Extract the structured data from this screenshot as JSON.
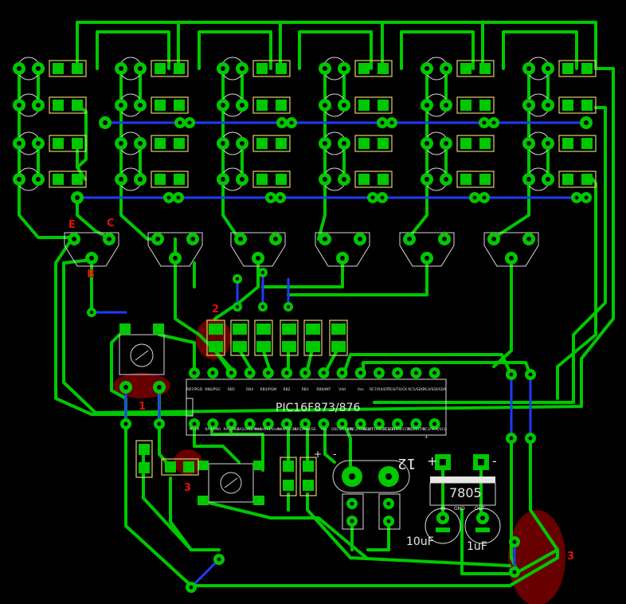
{
  "chip": {
    "name": "PIC16F873/876",
    "top_pins": [
      "RB7/PGD",
      "RB6/PGC",
      "RB5",
      "RB4",
      "RB3/PGM",
      "RB2",
      "RB1",
      "RB0/INT",
      "Vdd",
      "Vss",
      "RC7/RX/DT",
      "RC6/TX/CK",
      "RC5/SDO",
      "RC4/SDI/SDA"
    ],
    "bottom_pins": [
      "MCLR",
      "RA0/AN0",
      "RA1/AN1",
      "RA2/AN2/Vref-",
      "RA3/AN3/Vref+",
      "RA4/T0CKI",
      "RA5/AN4/SS",
      "Vss",
      "OSC1/CLKIN",
      "OSC2/CLKOUT",
      "RC0/T1OSO/T1CKI",
      "RC1/T1OSI/CCP2",
      "RC2/CCP1",
      "RC3/SCK/SCL"
    ]
  },
  "labels": {
    "E": "E",
    "C": "C",
    "B": "B",
    "n1": "1",
    "n2": "2",
    "n3a": "3",
    "n3b": "3",
    "vreg": "7805",
    "cap1": "10uF",
    "cap2": "1uF",
    "plus1": "+",
    "minus1": "-",
    "plus2": "+",
    "minus2": "-",
    "v12": "12",
    "vin": "IN",
    "gnd": "GND",
    "out": "OUT"
  },
  "colors": {
    "background": "#000000",
    "trace_top": "#00c800",
    "trace_bottom": "#1e3cff",
    "highlight": "#7a0000",
    "label": "#e01010"
  }
}
